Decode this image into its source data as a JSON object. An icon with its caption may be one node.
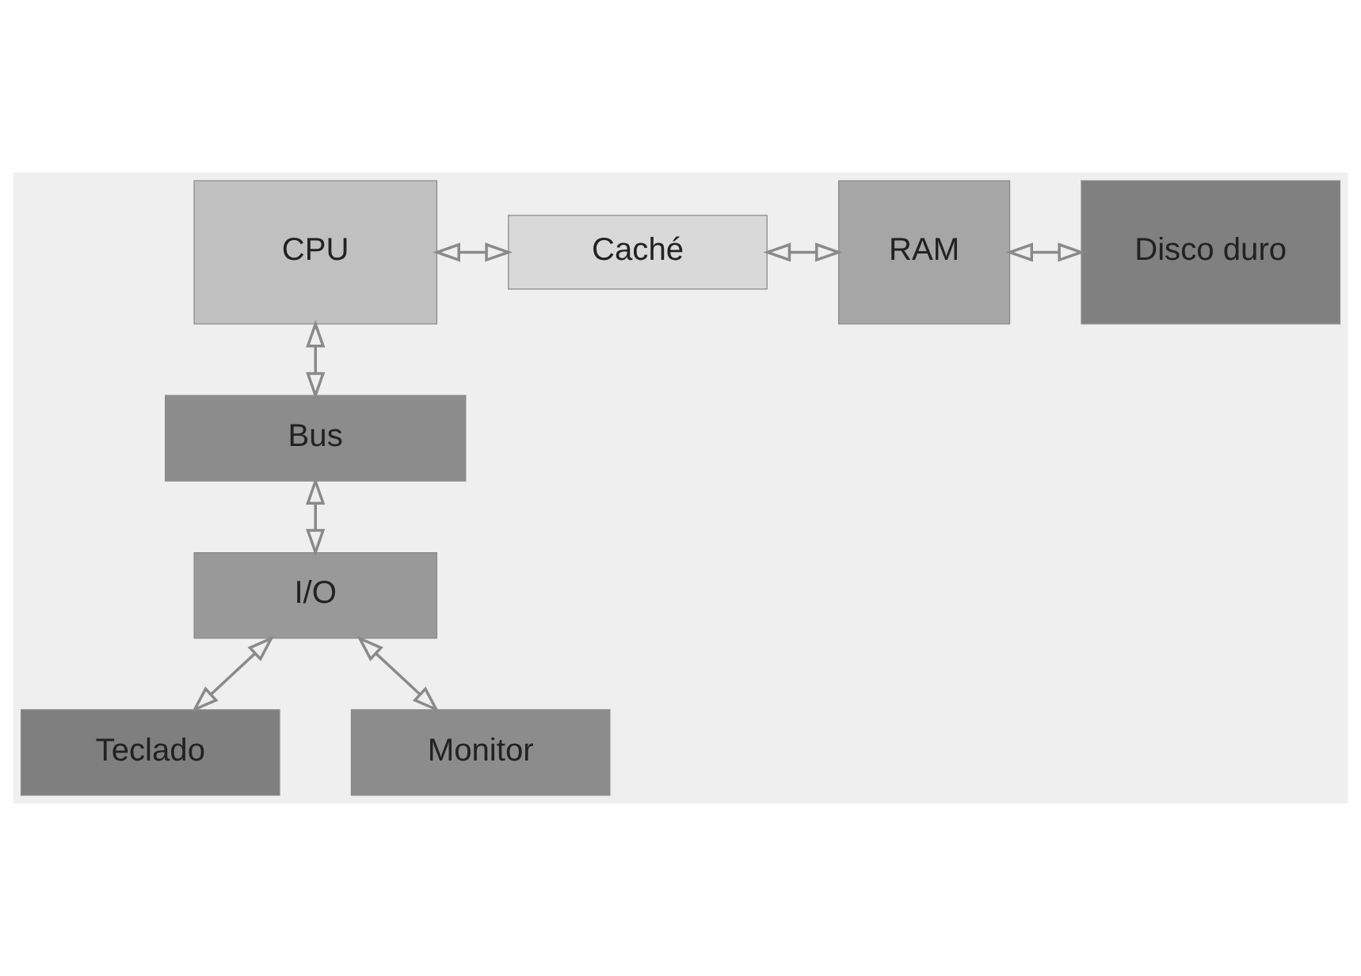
{
  "diagram": {
    "nodes": [
      {
        "text": [
          "CPU"
        ]
      },
      {
        "text": [
          "Caché"
        ]
      },
      {
        "text": [
          "RAM"
        ]
      },
      {
        "text": [
          "Disco duro"
        ]
      },
      {
        "text": [
          "Bus"
        ]
      },
      {
        "text": [
          "I/O"
        ]
      },
      {
        "text": [
          "Teclado"
        ]
      },
      {
        "text": [
          "Monitor"
        ]
      }
    ],
    "edges": [
      {
        "from": 0,
        "to": 1,
        "arrow": "both"
      },
      {
        "from": 1,
        "to": 2,
        "arrow": "both"
      },
      {
        "from": 2,
        "to": 3,
        "arrow": "both"
      },
      {
        "from": 0,
        "to": 4,
        "arrow": "both"
      },
      {
        "from": 4,
        "to": 5,
        "arrow": "both"
      },
      {
        "from": 5,
        "to": 6,
        "arrow": "both"
      },
      {
        "from": 5,
        "to": 7,
        "arrow": "both"
      }
    ]
  }
}
